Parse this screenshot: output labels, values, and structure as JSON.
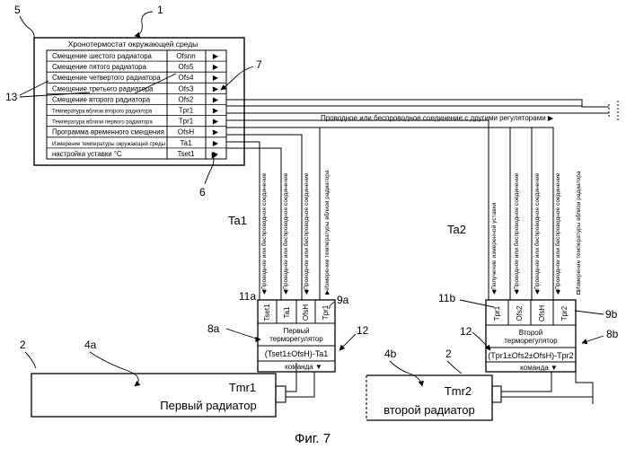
{
  "panel": {
    "title": "Хронотермостат окружающей среды",
    "rows": [
      {
        "label": "Смещение шестого радиатора",
        "code": "Ofsnn"
      },
      {
        "label": "Смещение пятого радиатора",
        "code": "Ofs5"
      },
      {
        "label": "Смещение четвертого радиатора",
        "code": "Ofs4"
      },
      {
        "label": "Смещение третьего радиатора",
        "code": "Ofs3"
      },
      {
        "label": "Смещение второго радиатора",
        "code": "Ofs2"
      },
      {
        "label": "Температура вблизи второго радиатора",
        "code": "Tpr1"
      },
      {
        "label": "Температура вблизи первого радиатора",
        "code": "Tpr1"
      },
      {
        "label": "Программа временного смещения",
        "code": "OfsH"
      },
      {
        "label": "Измерение температуры окружающей среды",
        "code": "Ta1"
      },
      {
        "label": "настройка уставки  °C",
        "code": "Tset1"
      }
    ],
    "arrow_glyph": "▶"
  },
  "bus_label": "Проводное или беспроводное соединение с другими регуляторами ▶",
  "refs": {
    "r1": "1",
    "r5": "5",
    "r7": "7",
    "r13": "13",
    "r6": "6",
    "r11a": "11a",
    "r9a": "9a",
    "r8a": "8a",
    "r12a": "12",
    "r11b": "11b",
    "r9b": "9b",
    "r8b": "8b",
    "r12b": "12",
    "r2a": "2",
    "r4a": "4a",
    "r2b": "2",
    "r4b": "4b"
  },
  "ta1": "Ta1",
  "ta2": "Ta2",
  "reg1": {
    "cells": [
      "Tset1",
      "Ta1",
      "OfsH",
      "Tpr1"
    ],
    "title_line1": "Первый",
    "title_line2": "терморегулятор",
    "formula": "(Tset1±OfsH)-Ta1",
    "command": "команда ▼",
    "vlabels": [
      "◀Проводное или беспроводное соединение",
      "◀Проводное или беспроводное соединение",
      "◀Проводное или беспроводное соединение",
      "▶Измерение температуры вблизи радиатора"
    ]
  },
  "reg2": {
    "cells": [
      "Tpr1",
      "Ofs2",
      "OfsH",
      "Tpr2"
    ],
    "title_line1": "Второй",
    "title_line2": "терморегулятор",
    "formula": "(Tpr1±Ofs2±OfsH)-Tpr2",
    "command": "команда ▼",
    "vlabels": [
      "◀Получение измеренной уставки",
      "◀Проводное или беспроводное соединение",
      "◀Проводное или беспроводное соединение",
      "◀Проводное или беспроводное соединение",
      "◘Измерение температуры вблизи радиатора"
    ]
  },
  "rad1": {
    "code": "Tmr1",
    "name": "Первый радиатор"
  },
  "rad2": {
    "code": "Tmr2",
    "name": "второй радиатор"
  },
  "caption": "Фиг. 7"
}
